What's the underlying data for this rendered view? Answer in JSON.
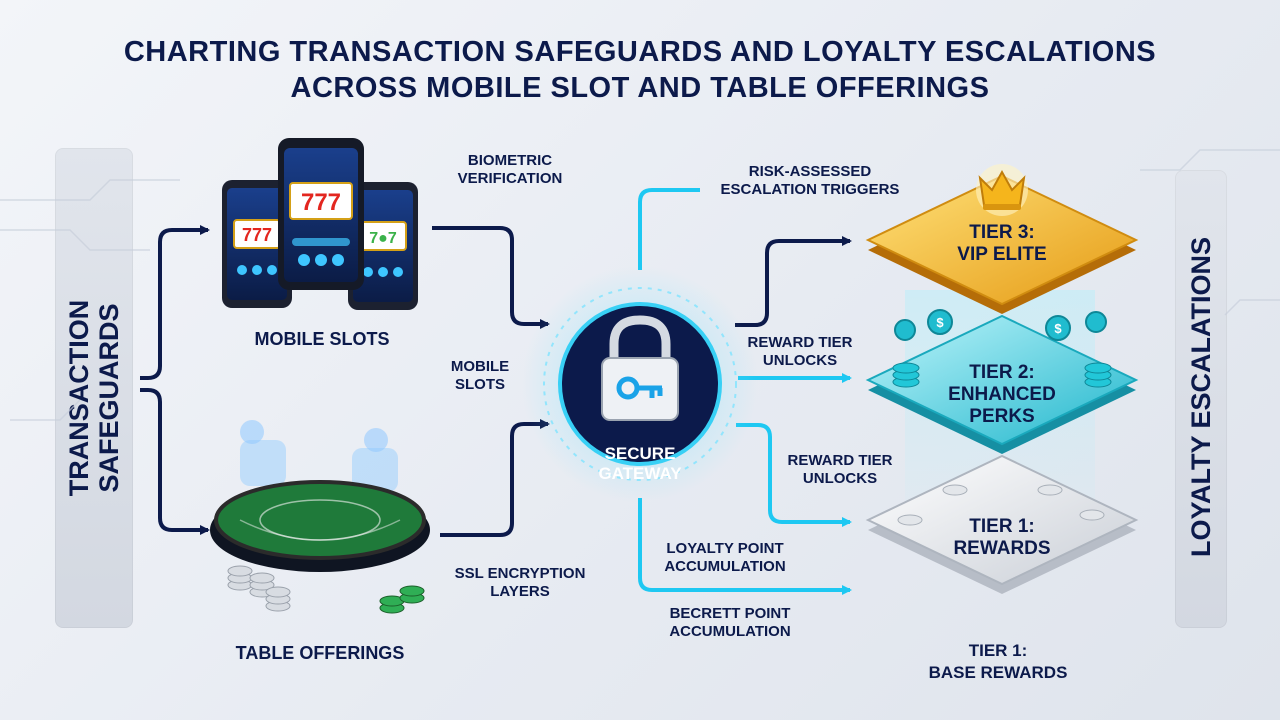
{
  "title": {
    "line1": "CHARTING TRANSACTION SAFEGUARDS AND LOYALTY ESCALATIONS",
    "line2": "ACROSS MOBILE SLOT AND TABLE OFFERINGS"
  },
  "left_panel": {
    "label_line1": "TRANSACTION",
    "label_line2": "SAFEGUARDS"
  },
  "right_panel": {
    "label": "LOYALTY ESCALATIONS"
  },
  "sources": {
    "mobile_slots": "MOBILE SLOTS",
    "table_offerings": "TABLE OFFERINGS"
  },
  "gateway": {
    "line1": "SECURE",
    "line2": "GATEWAY"
  },
  "flow_labels": {
    "biometric_line1": "BIOMETRIC",
    "biometric_line2": "VERIFICATION",
    "mobile_line1": "MOBILE",
    "mobile_line2": "SLOTS",
    "ssl_line1": "SSL ENCRYPTION",
    "ssl_line2": "LAYERS",
    "risk_line1": "RISK-ASSESSED",
    "risk_line2": "ESCALATION TRIGGERS",
    "unlock1_line1": "REWARD TIER",
    "unlock1_line2": "UNLOCKS",
    "unlock2_line1": "REWARD TIER",
    "unlock2_line2": "UNLOCKS",
    "loyalty_line1": "LOYALTY POINT",
    "loyalty_line2": "ACCUMULATION",
    "becrett_line1": "BECRETT POINT",
    "becrett_line2": "ACCUMULATION"
  },
  "tiers": {
    "tier3_line1": "TIER 3:",
    "tier3_line2": "VIP ELITE",
    "tier2_line1": "TIER 2:",
    "tier2_line2": "ENHANCED",
    "tier2_line3": "PERKS",
    "tier1_line1": "TIER 1:",
    "tier1_line2": "REWARDS",
    "base_line1": "TIER 1:",
    "base_line2": "BASE REWARDS"
  },
  "colors": {
    "navy": "#0c1a4b",
    "cyan": "#1ec8f2",
    "gold": "#f2b321",
    "teal": "#22c7d8",
    "silver": "#d9dde3"
  },
  "icons": [
    "padlock-key-icon",
    "crown-icon",
    "dollar-coin-icon",
    "chip-stack-icon",
    "slot-phone-icon",
    "casino-table-icon"
  ]
}
